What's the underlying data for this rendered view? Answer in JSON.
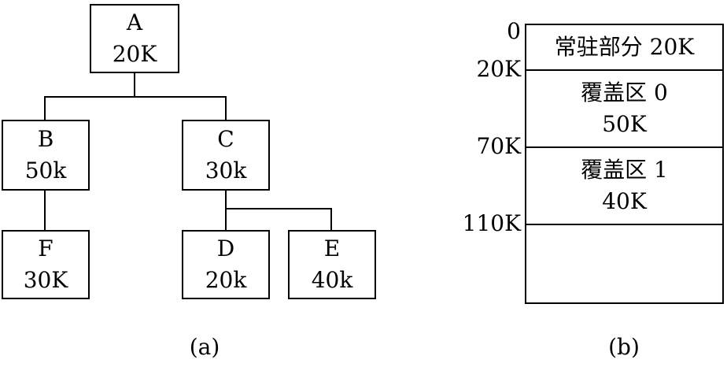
{
  "tree": {
    "caption": "(a)",
    "nodes": {
      "A": {
        "name": "A",
        "size": "20K"
      },
      "B": {
        "name": "B",
        "size": "50k"
      },
      "C": {
        "name": "C",
        "size": "30k"
      },
      "F": {
        "name": "F",
        "size": "30K"
      },
      "D": {
        "name": "D",
        "size": "20k"
      },
      "E": {
        "name": "E",
        "size": "40k"
      }
    }
  },
  "memory": {
    "caption": "(b)",
    "addresses": [
      "0",
      "20K",
      "70K",
      "110K"
    ],
    "segments": [
      {
        "line1": "常驻部分 20K",
        "line2": ""
      },
      {
        "line1": "覆盖区 0",
        "line2": "50K"
      },
      {
        "line1": "覆盖区 1",
        "line2": "40K"
      },
      {
        "line1": "",
        "line2": ""
      }
    ]
  }
}
